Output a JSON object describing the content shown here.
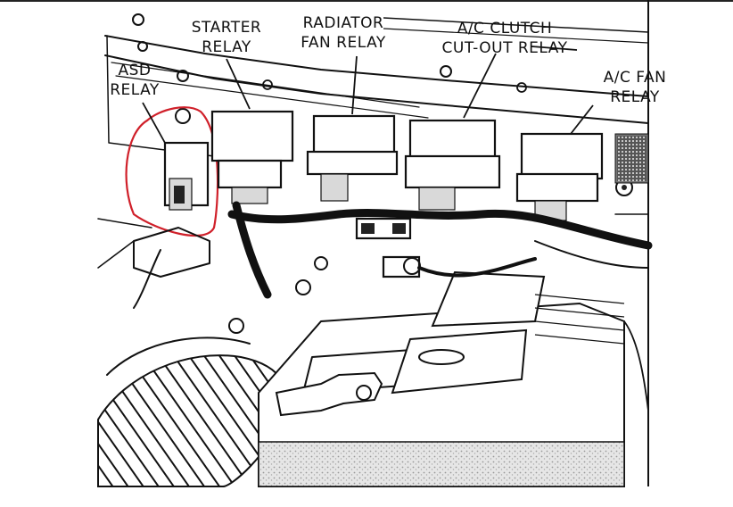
{
  "labels": {
    "starter_relay": [
      "STARTER",
      "RELAY"
    ],
    "radiator_fan_relay": [
      "RADIATOR",
      "FAN RELAY"
    ],
    "ac_clutch_relay": [
      "A/C CLUTCH",
      "CUT-OUT RELAY"
    ],
    "ac_fan_relay": [
      "A/C FAN",
      "RELAY"
    ],
    "asd_relay": [
      "ASD",
      "RELAY"
    ]
  },
  "colors": {
    "ink": "#111111",
    "highlight_circle": "#d0202a",
    "background": "#ffffff"
  }
}
